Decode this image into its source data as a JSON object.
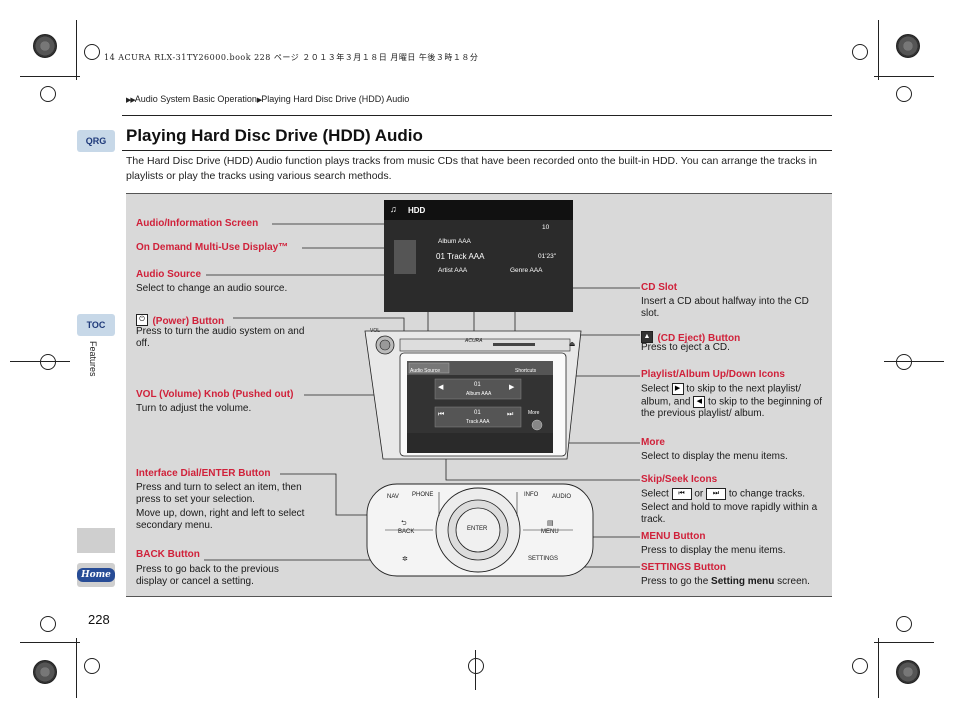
{
  "print_header": "14 ACURA RLX-31TY26000.book  228 ページ  ２０１３年３月１８日  月曜日  午後３時１８分",
  "breadcrumb": {
    "part1": "Audio System Basic Operation",
    "part2": "Playing Hard Disc Drive (HDD) Audio"
  },
  "side_tabs": {
    "qrg": "QRG",
    "toc": "TOC",
    "features": "Features",
    "home": "Home"
  },
  "page_number": "228",
  "title": "Playing Hard Disc Drive (HDD) Audio",
  "intro": "The Hard Disc Drive (HDD) Audio function plays tracks from music CDs that have been recorded onto the built-in HDD. You can arrange the tracks in playlists or play the tracks using various search methods.",
  "screen": {
    "hdd": "HDD",
    "album": "Album AAA",
    "track": "01 Track AAA",
    "time": "01'23\"",
    "artist": "Artist AAA",
    "genre": "Genre AAA",
    "count": "10",
    "audio_source": "Audio Source",
    "shortcuts": "Shortcuts",
    "album_row": "01",
    "album_row_sub": "Album AAA",
    "track_row": "01",
    "track_row_sub": "Track AAA",
    "more": "More",
    "vol": "VOL",
    "brand": "ACURA"
  },
  "controller": {
    "nav": "NAV",
    "phone": "PHONE",
    "info": "INFO",
    "audio": "AUDIO",
    "enter": "ENTER",
    "back": "BACK",
    "menu": "MENU",
    "settings": "SETTINGS"
  },
  "callouts_left": [
    {
      "label": "Audio/Information Screen",
      "desc": ""
    },
    {
      "label": "On Demand Multi-Use Display™",
      "desc": ""
    },
    {
      "label": "Audio Source",
      "desc": "Select to change an audio source."
    },
    {
      "label": "(Power) Button",
      "desc": "Press to turn the audio system on and off."
    },
    {
      "label": "VOL (Volume) Knob (Pushed out)",
      "desc": "Turn to adjust the volume."
    },
    {
      "label": "Interface Dial/ENTER Button",
      "desc": "Press and turn to select an item, then press to set your selection.",
      "desc2": "Move up, down, right and left to select secondary menu."
    },
    {
      "label": "BACK Button",
      "desc": "Press to go back to the previous display or cancel a setting."
    }
  ],
  "callouts_right": [
    {
      "label": "CD Slot",
      "desc": "Insert a CD about halfway into the CD slot."
    },
    {
      "label": "(CD Eject) Button",
      "desc": "Press to eject a CD."
    },
    {
      "label": "Playlist/Album Up/Down Icons",
      "desc_a": "Select",
      "desc_b": "to skip to the next playlist/ album, and",
      "desc_c": "to skip to the beginning of the previous playlist/ album."
    },
    {
      "label": "More",
      "desc": "Select to display the menu items."
    },
    {
      "label": "Skip/Seek Icons",
      "desc_a": "Select",
      "desc_or": "or",
      "desc_b": "to change tracks.",
      "desc2": "Select and hold to move rapidly within a track."
    },
    {
      "label": "MENU Button",
      "desc": "Press to display the menu items."
    },
    {
      "label": "SETTINGS Button",
      "desc_a": "Press to go the",
      "desc_bold": "Setting menu",
      "desc_b": "screen."
    }
  ],
  "colors": {
    "label_red": "#d0213a",
    "tab_blue": "#c7d8e8",
    "home_blue": "#274c96",
    "panel_gray": "#d9d9d9"
  }
}
